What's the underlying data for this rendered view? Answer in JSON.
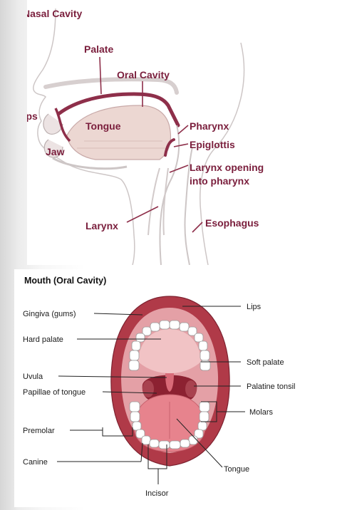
{
  "head_diagram": {
    "labels": {
      "nasal_cavity": "Nasal Cavity",
      "palate": "Palate",
      "oral_cavity": "Oral Cavity",
      "lips": "Lips",
      "tongue": "Tongue",
      "jaw": "Jaw",
      "pharynx": "Pharynx",
      "epiglottis": "Epiglottis",
      "larynx_opening_line1": "Larynx opening",
      "larynx_opening_line2": "into pharynx",
      "larynx": "Larynx",
      "esophagus": "Esophagus"
    },
    "colors": {
      "label": "#7a1e3c",
      "tongue_fill": "#ecd7d2",
      "outline": "#c9c1c1"
    }
  },
  "mouth_diagram": {
    "title": "Mouth (Oral Cavity)",
    "labels": {
      "gingiva": "Gingiva (gums)",
      "hard_palate": "Hard palate",
      "uvula": "Uvula",
      "papillae": "Papillae of tongue",
      "premolar": "Premolar",
      "canine": "Canine",
      "incisor": "Incisor",
      "lips": "Lips",
      "soft_palate": "Soft palate",
      "palatine_tonsil": "Palatine tonsil",
      "molars": "Molars",
      "tongue": "Tongue"
    },
    "colors": {
      "lips": "#b03a48",
      "cavity": "#e4a0a6",
      "throat": "#8c2131",
      "tongue": "#e7838d"
    }
  }
}
